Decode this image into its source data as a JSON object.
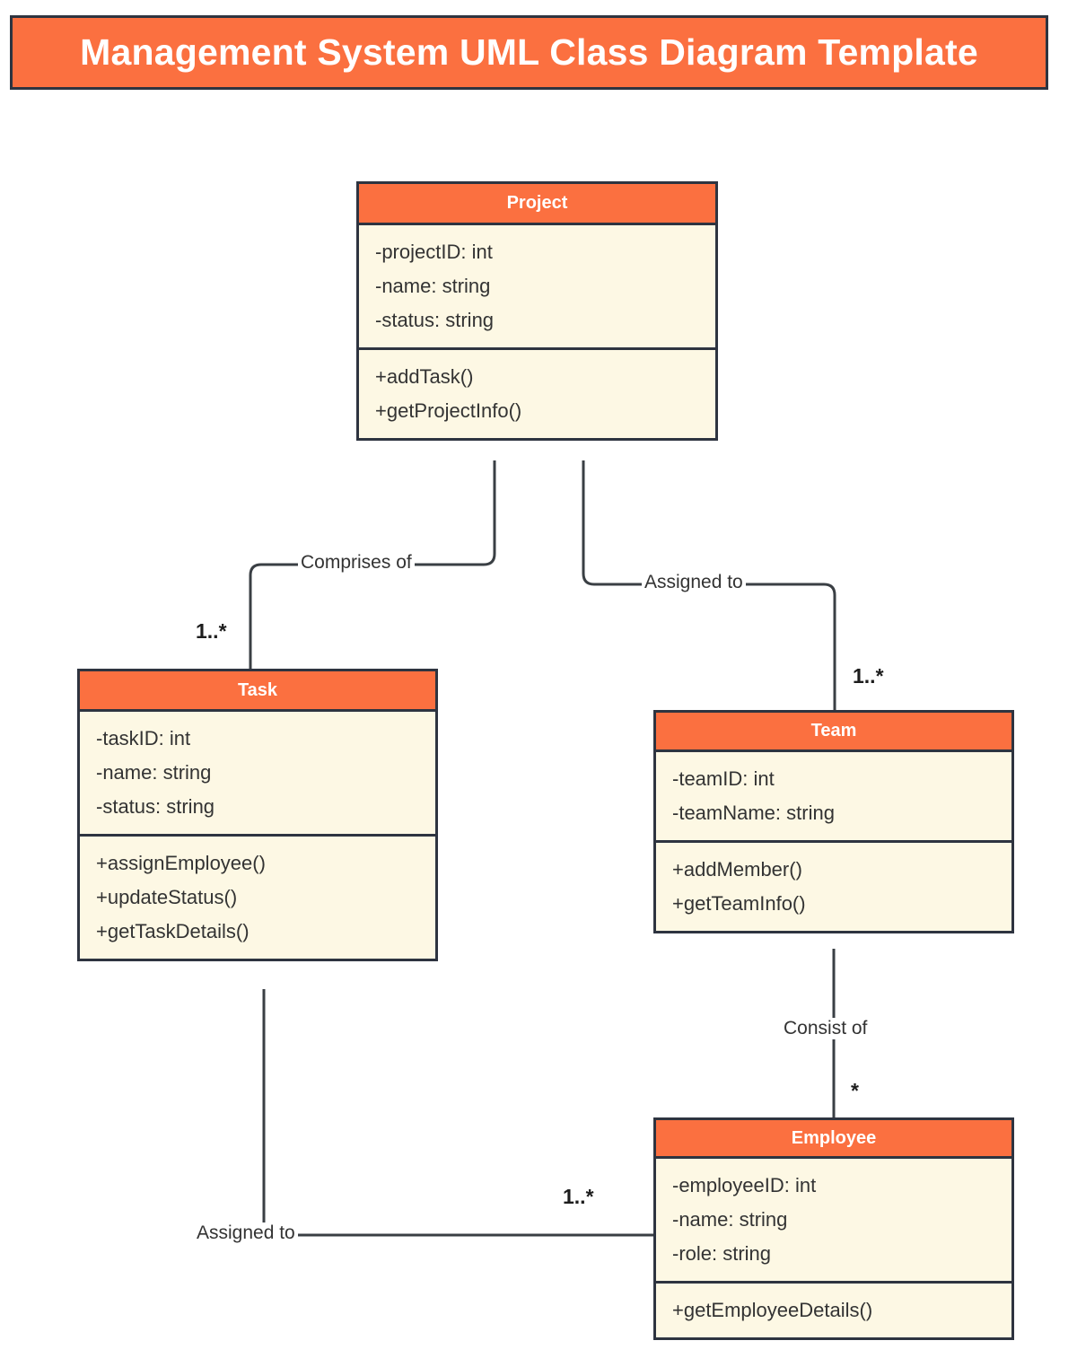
{
  "title": {
    "text": "Management System UML Class Diagram Template",
    "background_color": "#fb7040",
    "text_color": "#ffffff",
    "border_color": "#2e3440"
  },
  "theme": {
    "header_color": "#fb7040",
    "body_color": "#fdf8e4",
    "border_color": "#2e3440",
    "text_color": "#333333",
    "connector_color": "#3a3f44"
  },
  "classes": [
    {
      "id": "project",
      "name": "Project",
      "attributes": [
        "-projectID: int",
        "-name: string",
        "-status: string"
      ],
      "methods": [
        "+addTask()",
        "+getProjectInfo()"
      ]
    },
    {
      "id": "task",
      "name": "Task",
      "attributes": [
        "-taskID: int",
        "-name: string",
        "-status: string"
      ],
      "methods": [
        "+assignEmployee()",
        "+updateStatus()",
        "+getTaskDetails()"
      ]
    },
    {
      "id": "team",
      "name": "Team",
      "attributes": [
        "-teamID: int",
        "-teamName: string"
      ],
      "methods": [
        "+addMember()",
        "+getTeamInfo()"
      ]
    },
    {
      "id": "employee",
      "name": "Employee",
      "attributes": [
        "-employeeID: int",
        "-name: string",
        "-role: string"
      ],
      "methods": [
        "+getEmployeeDetails()"
      ]
    }
  ],
  "relationships": [
    {
      "id": "project-task",
      "from": "Project",
      "to": "Task",
      "label": "Comprises of",
      "multiplicity": "1..*"
    },
    {
      "id": "project-team",
      "from": "Project",
      "to": "Team",
      "label": "Assigned to",
      "multiplicity": "1..*"
    },
    {
      "id": "team-employee",
      "from": "Team",
      "to": "Employee",
      "label": "Consist of",
      "multiplicity": "*"
    },
    {
      "id": "task-employee",
      "from": "Task",
      "to": "Employee",
      "label": "Assigned to",
      "multiplicity": "1..*"
    }
  ]
}
